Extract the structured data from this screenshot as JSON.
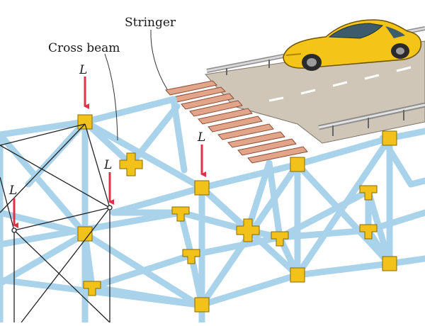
{
  "labels": {
    "stringer": "Stringer",
    "cross_beam": "Cross beam"
  },
  "load_symbol": "L",
  "colors": {
    "member_fill": "#a9d3ea",
    "member_edge": "#2f6f95",
    "gusset": "#f2c21a",
    "gusset_edge": "#8a6a00",
    "stringer": "#e3a58a",
    "deck": "#cfc6b8",
    "load_arrow": "#e0304a",
    "car": "#f4c417",
    "wireframe": "#222222"
  },
  "icons": {
    "load_arrow": "red-down-arrow-icon",
    "car": "yellow-car-icon",
    "gusset_plate": "gusset-plate-icon"
  }
}
